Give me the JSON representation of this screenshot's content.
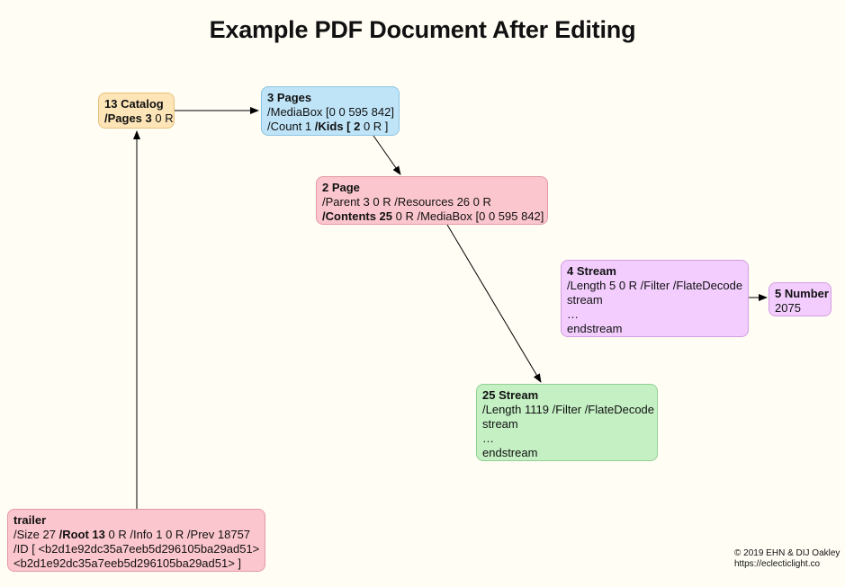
{
  "title": "Example PDF Document After Editing",
  "nodes": {
    "catalog": {
      "header": "13 Catalog",
      "pages_bold": "/Pages 3",
      "pages_rest": " 0 R"
    },
    "pages": {
      "header": "3 Pages",
      "mediabox": "/MediaBox [0 0 595 842]",
      "count": "/Count 1 ",
      "kids_bold": "/Kids [ 2",
      "kids_rest": " 0 R ]"
    },
    "page": {
      "header": "2 Page",
      "line1": "/Parent 3 0 R /Resources 26 0 R",
      "contents_bold": "/Contents 25",
      "contents_rest": " 0 R /MediaBox [0 0 595 842]"
    },
    "stream4": {
      "header": "4 Stream",
      "line1": "/Length 5 0 R /Filter /FlateDecode",
      "line2": "stream",
      "line3": "…",
      "line4": "endstream"
    },
    "number5": {
      "header": "5 Number",
      "value": "2075"
    },
    "stream25": {
      "header": "25 Stream",
      "line1": "/Length 1119 /Filter /FlateDecode",
      "line2": "stream",
      "line3": "…",
      "line4": "endstream"
    },
    "trailer": {
      "header": "trailer",
      "size": "/Size 27 ",
      "root_bold": "/Root 13",
      "root_rest": " 0 R /Info 1 0 R /Prev 18757",
      "id1": "/ID [ <b2d1e92dc35a7eeb5d296105ba29ad51>",
      "id2": "<b2d1e92dc35a7eeb5d296105ba29ad51> ]"
    }
  },
  "copyright": {
    "line1": "© 2019 EHN & DIJ Oakley",
    "line2": "https://eclecticlight.co"
  }
}
